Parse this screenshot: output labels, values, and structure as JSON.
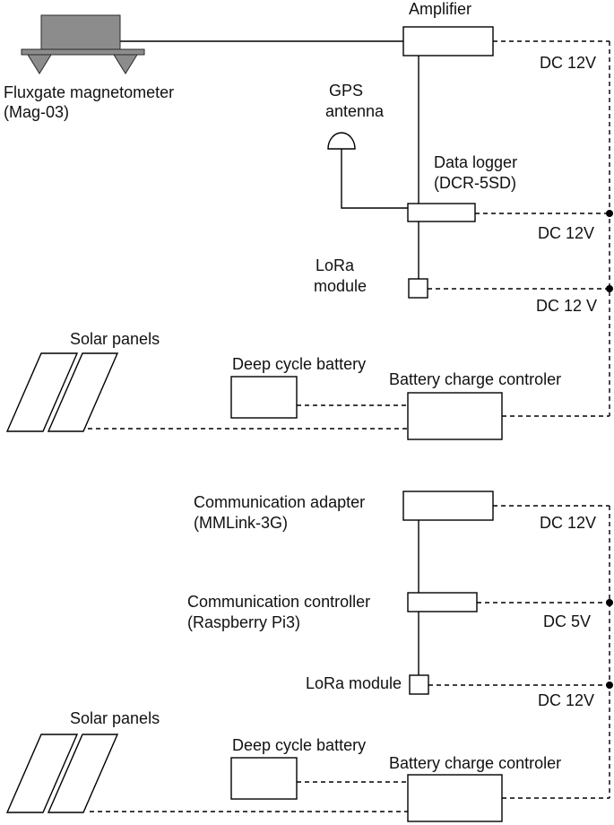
{
  "top_unit": {
    "amplifier": "Amplifier",
    "magnetometer": {
      "line1": "Fluxgate magnetometer",
      "line2": "(Mag-03)"
    },
    "gps": {
      "line1": "GPS",
      "line2": "antenna"
    },
    "data_logger": {
      "line1": "Data logger",
      "line2": "(DCR-5SD)"
    },
    "lora": {
      "line1": "LoRa",
      "line2": "module"
    },
    "dc_amplifier": "DC 12V",
    "dc_data_logger": "DC 12V",
    "dc_lora": "DC 12 V",
    "solar_panels": "Solar panels",
    "battery": "Deep cycle battery",
    "charge_controller": "Battery charge controler"
  },
  "bottom_unit": {
    "adapter": {
      "line1": "Communication adapter",
      "line2": "(MMLink-3G)"
    },
    "controller": {
      "line1": "Communication controller",
      "line2": "(Raspberry Pi3)"
    },
    "lora": "LoRa module",
    "dc_adapter": "DC 12V",
    "dc_controller": "DC 5V",
    "dc_lora": "DC 12V",
    "solar_panels": "Solar panels",
    "battery": "Deep cycle battery",
    "charge_controller": "Battery charge controler"
  },
  "colors": {
    "line": "#000000",
    "box_fill": "#ffffff",
    "magnetometer_fill": "#8c8c8c",
    "background": "#ffffff"
  }
}
